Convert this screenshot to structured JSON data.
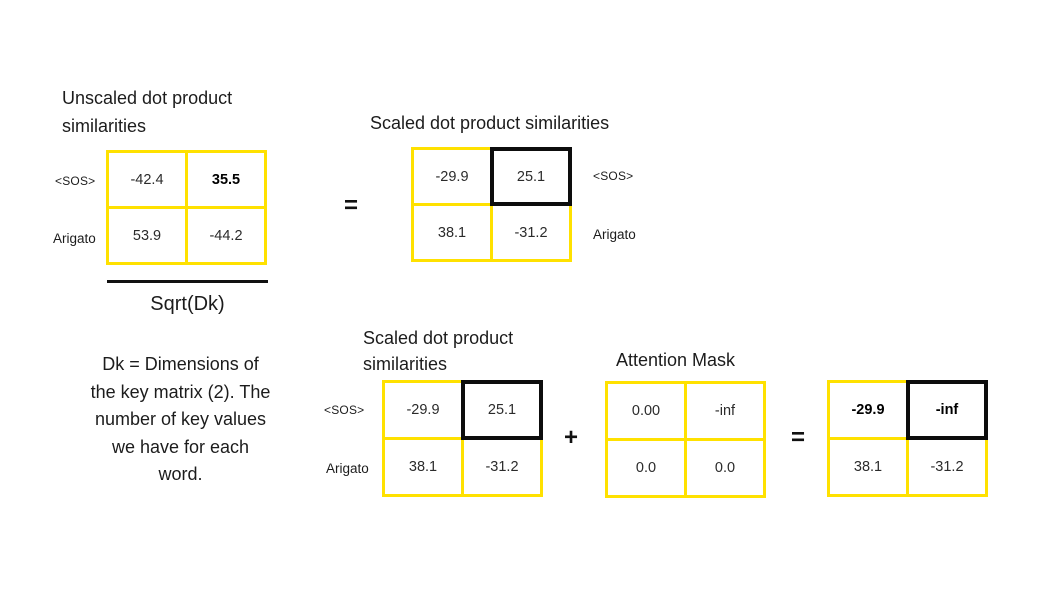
{
  "colors": {
    "yellow": "#ffe100",
    "highlight": "#0d0d0d",
    "ink": "#1c1c1c",
    "value": "#2b2b2b",
    "background": "#ffffff"
  },
  "matrices": {
    "unscaled": {
      "title_lines": [
        "Unscaled dot product",
        "similarities"
      ],
      "row_labels": [
        "<SOS>",
        "Arigato"
      ],
      "values": [
        [
          "-42.4",
          "35.5"
        ],
        [
          "53.9",
          "-44.2"
        ]
      ],
      "bold_cells": [
        "row 0 col 1"
      ],
      "denominator": "Sqrt(Dk)"
    },
    "scaled_top": {
      "title": "Scaled dot product similarities",
      "row_labels": [
        "<SOS>",
        "Arigato"
      ],
      "values": [
        [
          "-29.9",
          "25.1"
        ],
        [
          "38.1",
          "-31.2"
        ]
      ],
      "highlighted_cell": "row 0 col 1"
    },
    "scaled_bottom": {
      "title_lines": [
        "Scaled dot product",
        "similarities"
      ],
      "row_labels": [
        "<SOS>",
        "Arigato"
      ],
      "values": [
        [
          "-29.9",
          "25.1"
        ],
        [
          "38.1",
          "-31.2"
        ]
      ],
      "highlighted_cell": "row 0 col 1"
    },
    "attention_mask": {
      "title": "Attention Mask",
      "values": [
        [
          "0.00",
          "-inf"
        ],
        [
          "0.0",
          "0.0"
        ]
      ]
    },
    "result": {
      "values": [
        [
          "-29.9",
          "-inf"
        ],
        [
          "38.1",
          "-31.2"
        ]
      ],
      "highlighted_cell": "row 0 col 1",
      "bold_cells": [
        "row 0 col 0",
        "row 0 col 1"
      ]
    }
  },
  "note_lines": [
    "Dk = Dimensions of",
    "the key matrix (2). The",
    "number of key values",
    "we have for each",
    "word."
  ],
  "operators": {
    "equals_top": "=",
    "plus": "+",
    "equals_bottom": "="
  }
}
